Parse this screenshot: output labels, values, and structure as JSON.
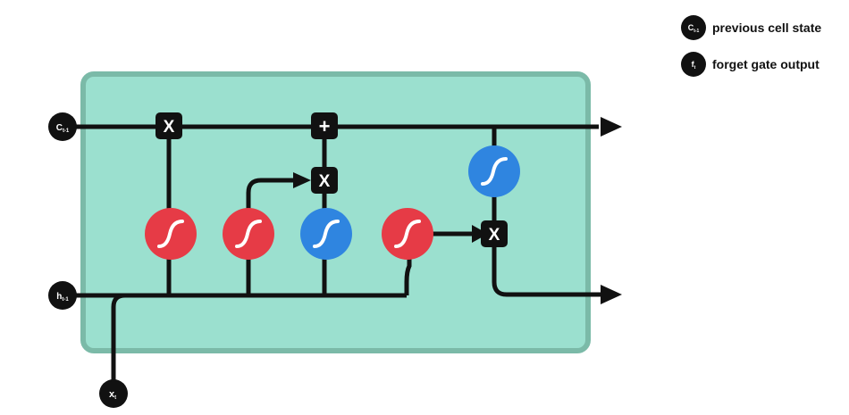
{
  "colors": {
    "cell_fill": "#9be0cf",
    "cell_stroke": "#7bbaa8",
    "line": "#111111",
    "sigmoid_red": "#e63b46",
    "tanh_blue": "#2f85e0",
    "op_box": "#111111",
    "node_fill": "#111111"
  },
  "inputs": {
    "c_prev": {
      "main": "C",
      "sub": "t-1"
    },
    "h_prev": {
      "main": "h",
      "sub": "t-1"
    },
    "x_t": {
      "main": "x",
      "sub": "t"
    }
  },
  "ops": {
    "forget_multiply": "X",
    "cell_add": "+",
    "input_multiply": "X",
    "output_multiply": "X"
  },
  "gates": {
    "forget": {
      "kind": "sigmoid",
      "icon": "sigmoid-curve-icon"
    },
    "input": {
      "kind": "sigmoid",
      "icon": "sigmoid-curve-icon"
    },
    "candidate": {
      "kind": "tanh",
      "icon": "sigmoid-curve-icon"
    },
    "output": {
      "kind": "sigmoid",
      "icon": "sigmoid-curve-icon"
    },
    "cell_tanh": {
      "kind": "tanh",
      "icon": "sigmoid-curve-icon"
    }
  },
  "legend": {
    "items": [
      {
        "symbol_main": "C",
        "symbol_sub": "t-1",
        "label": "previous cell state"
      },
      {
        "symbol_main": "f",
        "symbol_sub": "t",
        "label": "forget gate output"
      }
    ]
  }
}
